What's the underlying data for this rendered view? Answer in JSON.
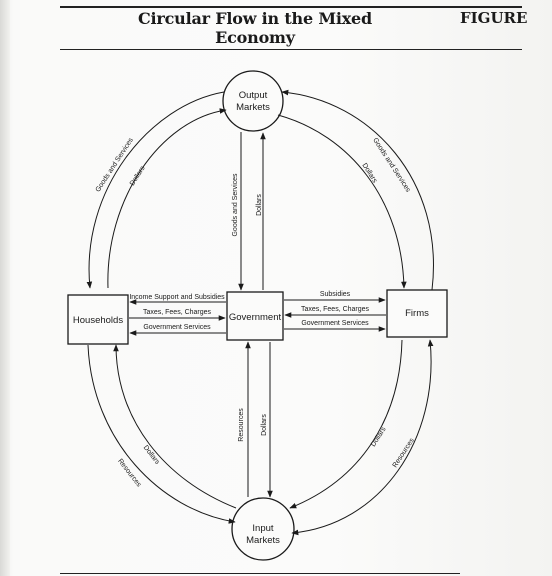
{
  "header": {
    "title": "Circular Flow in the Mixed Economy",
    "figure_label": "FIGURE"
  },
  "nodes": {
    "output_markets": [
      "Output",
      "Markets"
    ],
    "input_markets": [
      "Input",
      "Markets"
    ],
    "households": "Households",
    "government": "Government",
    "firms": "Firms"
  },
  "flows": {
    "hh_output_goods": "Goods and Services",
    "hh_output_dollars": "Dollars",
    "firms_output_goods": "Goods and Services",
    "firms_output_dollars": "Dollars",
    "gov_output_goods": "Goods and Services",
    "gov_output_dollars": "Dollars",
    "gov_input_resources": "Resources",
    "gov_input_dollars": "Dollars",
    "hh_input_dollars": "Dollars",
    "hh_input_resources": "Resources",
    "firms_input_dollars": "Dollars",
    "firms_input_resources": "Resources",
    "gov_hh_income_support": "Income Support and Subsidies",
    "hh_gov_taxes": "Taxes, Fees, Charges",
    "gov_hh_services": "Government Services",
    "gov_firms_subsidies": "Subsidies",
    "firms_gov_taxes": "Taxes, Fees, Charges",
    "gov_firms_services": "Government Services"
  }
}
